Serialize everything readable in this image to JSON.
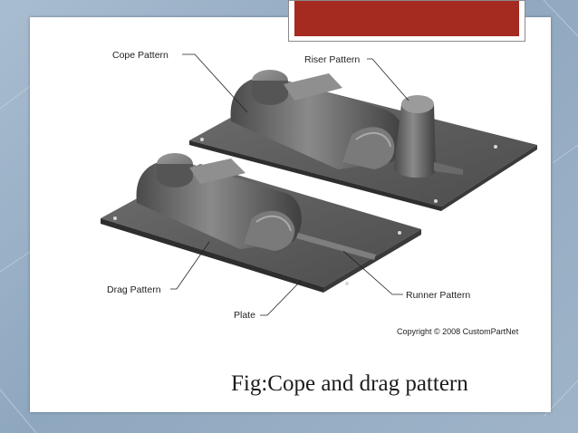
{
  "figure": {
    "labels": {
      "cope_pattern": "Cope Pattern",
      "riser_pattern": "Riser Pattern",
      "drag_pattern": "Drag Pattern",
      "plate": "Plate",
      "runner_pattern": "Runner Pattern"
    },
    "copyright": "Copyright © 2008 CustomPartNet"
  },
  "caption": "Fig:Cope and drag pattern",
  "colors": {
    "title_bar": "#a52a20",
    "plate": "#5c5c5c",
    "background": "#9fb4c8"
  }
}
